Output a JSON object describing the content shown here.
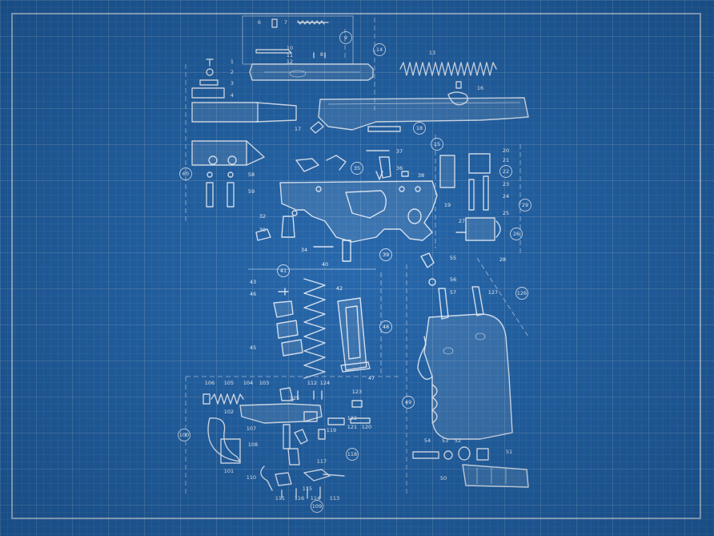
{
  "diagram": {
    "part_labels": [
      {
        "id": "p1",
        "text": "1"
      },
      {
        "id": "p2",
        "text": "2"
      },
      {
        "id": "p3",
        "text": "3"
      },
      {
        "id": "p4",
        "text": "4"
      },
      {
        "id": "p6",
        "text": "6"
      },
      {
        "id": "p7",
        "text": "7"
      },
      {
        "id": "p8",
        "text": "8"
      },
      {
        "id": "p9",
        "text": "9"
      },
      {
        "id": "p10",
        "text": "10"
      },
      {
        "id": "p11",
        "text": "11"
      },
      {
        "id": "p12a",
        "text": "12"
      },
      {
        "id": "p13",
        "text": "13"
      },
      {
        "id": "p14",
        "text": "14"
      },
      {
        "id": "p15",
        "text": "15"
      },
      {
        "id": "p16",
        "text": "16"
      },
      {
        "id": "p17",
        "text": "17"
      },
      {
        "id": "p18",
        "text": "18"
      },
      {
        "id": "p19",
        "text": "19"
      },
      {
        "id": "p20",
        "text": "20"
      },
      {
        "id": "p21",
        "text": "21"
      },
      {
        "id": "p22",
        "text": "22"
      },
      {
        "id": "p23",
        "text": "23"
      },
      {
        "id": "p24",
        "text": "24"
      },
      {
        "id": "p25",
        "text": "25"
      },
      {
        "id": "p26",
        "text": "26"
      },
      {
        "id": "p27",
        "text": "27"
      },
      {
        "id": "p28",
        "text": "28"
      },
      {
        "id": "p29",
        "text": "29"
      },
      {
        "id": "p30",
        "text": "30"
      },
      {
        "id": "p32",
        "text": "32"
      },
      {
        "id": "p34",
        "text": "34"
      },
      {
        "id": "p35",
        "text": "35"
      },
      {
        "id": "p36",
        "text": "36"
      },
      {
        "id": "p37",
        "text": "37"
      },
      {
        "id": "p38",
        "text": "38"
      },
      {
        "id": "p39",
        "text": "39"
      },
      {
        "id": "p40",
        "text": "40"
      },
      {
        "id": "p41",
        "text": "41"
      },
      {
        "id": "p42",
        "text": "42"
      },
      {
        "id": "p43",
        "text": "43"
      },
      {
        "id": "p45",
        "text": "45"
      },
      {
        "id": "p46",
        "text": "46"
      },
      {
        "id": "p47",
        "text": "47"
      },
      {
        "id": "p48",
        "text": "48"
      },
      {
        "id": "p49",
        "text": "49"
      },
      {
        "id": "p50",
        "text": "50"
      },
      {
        "id": "p51",
        "text": "51"
      },
      {
        "id": "p52",
        "text": "52"
      },
      {
        "id": "p53",
        "text": "53"
      },
      {
        "id": "p54",
        "text": "54"
      },
      {
        "id": "p55",
        "text": "55"
      },
      {
        "id": "p56",
        "text": "56"
      },
      {
        "id": "p57",
        "text": "57"
      },
      {
        "id": "p58",
        "text": "58"
      },
      {
        "id": "p59",
        "text": "59"
      },
      {
        "id": "p60",
        "text": "60"
      },
      {
        "id": "p100",
        "text": "100"
      },
      {
        "id": "p101",
        "text": "101"
      },
      {
        "id": "p102",
        "text": "102"
      },
      {
        "id": "p103",
        "text": "103"
      },
      {
        "id": "p104",
        "text": "104"
      },
      {
        "id": "p105",
        "text": "105"
      },
      {
        "id": "p106",
        "text": "106"
      },
      {
        "id": "p107",
        "text": "107"
      },
      {
        "id": "p108",
        "text": "108"
      },
      {
        "id": "p109",
        "text": "109"
      },
      {
        "id": "p110",
        "text": "110"
      },
      {
        "id": "p111",
        "text": "111"
      },
      {
        "id": "p112",
        "text": "112"
      },
      {
        "id": "p113",
        "text": "113"
      },
      {
        "id": "p114",
        "text": "114"
      },
      {
        "id": "p115",
        "text": "115"
      },
      {
        "id": "p116",
        "text": "116"
      },
      {
        "id": "p117",
        "text": "117"
      },
      {
        "id": "p118",
        "text": "118"
      },
      {
        "id": "p119",
        "text": "119"
      },
      {
        "id": "p120",
        "text": "120"
      },
      {
        "id": "p121",
        "text": "121"
      },
      {
        "id": "p122",
        "text": "122"
      },
      {
        "id": "p123",
        "text": "123"
      },
      {
        "id": "p124",
        "text": "124"
      },
      {
        "id": "p125",
        "text": "125"
      },
      {
        "id": "p126",
        "text": "126"
      },
      {
        "id": "p127",
        "text": "127"
      }
    ],
    "colors": {
      "paper": "#1f62a9",
      "ink": "#eef5ff"
    }
  }
}
